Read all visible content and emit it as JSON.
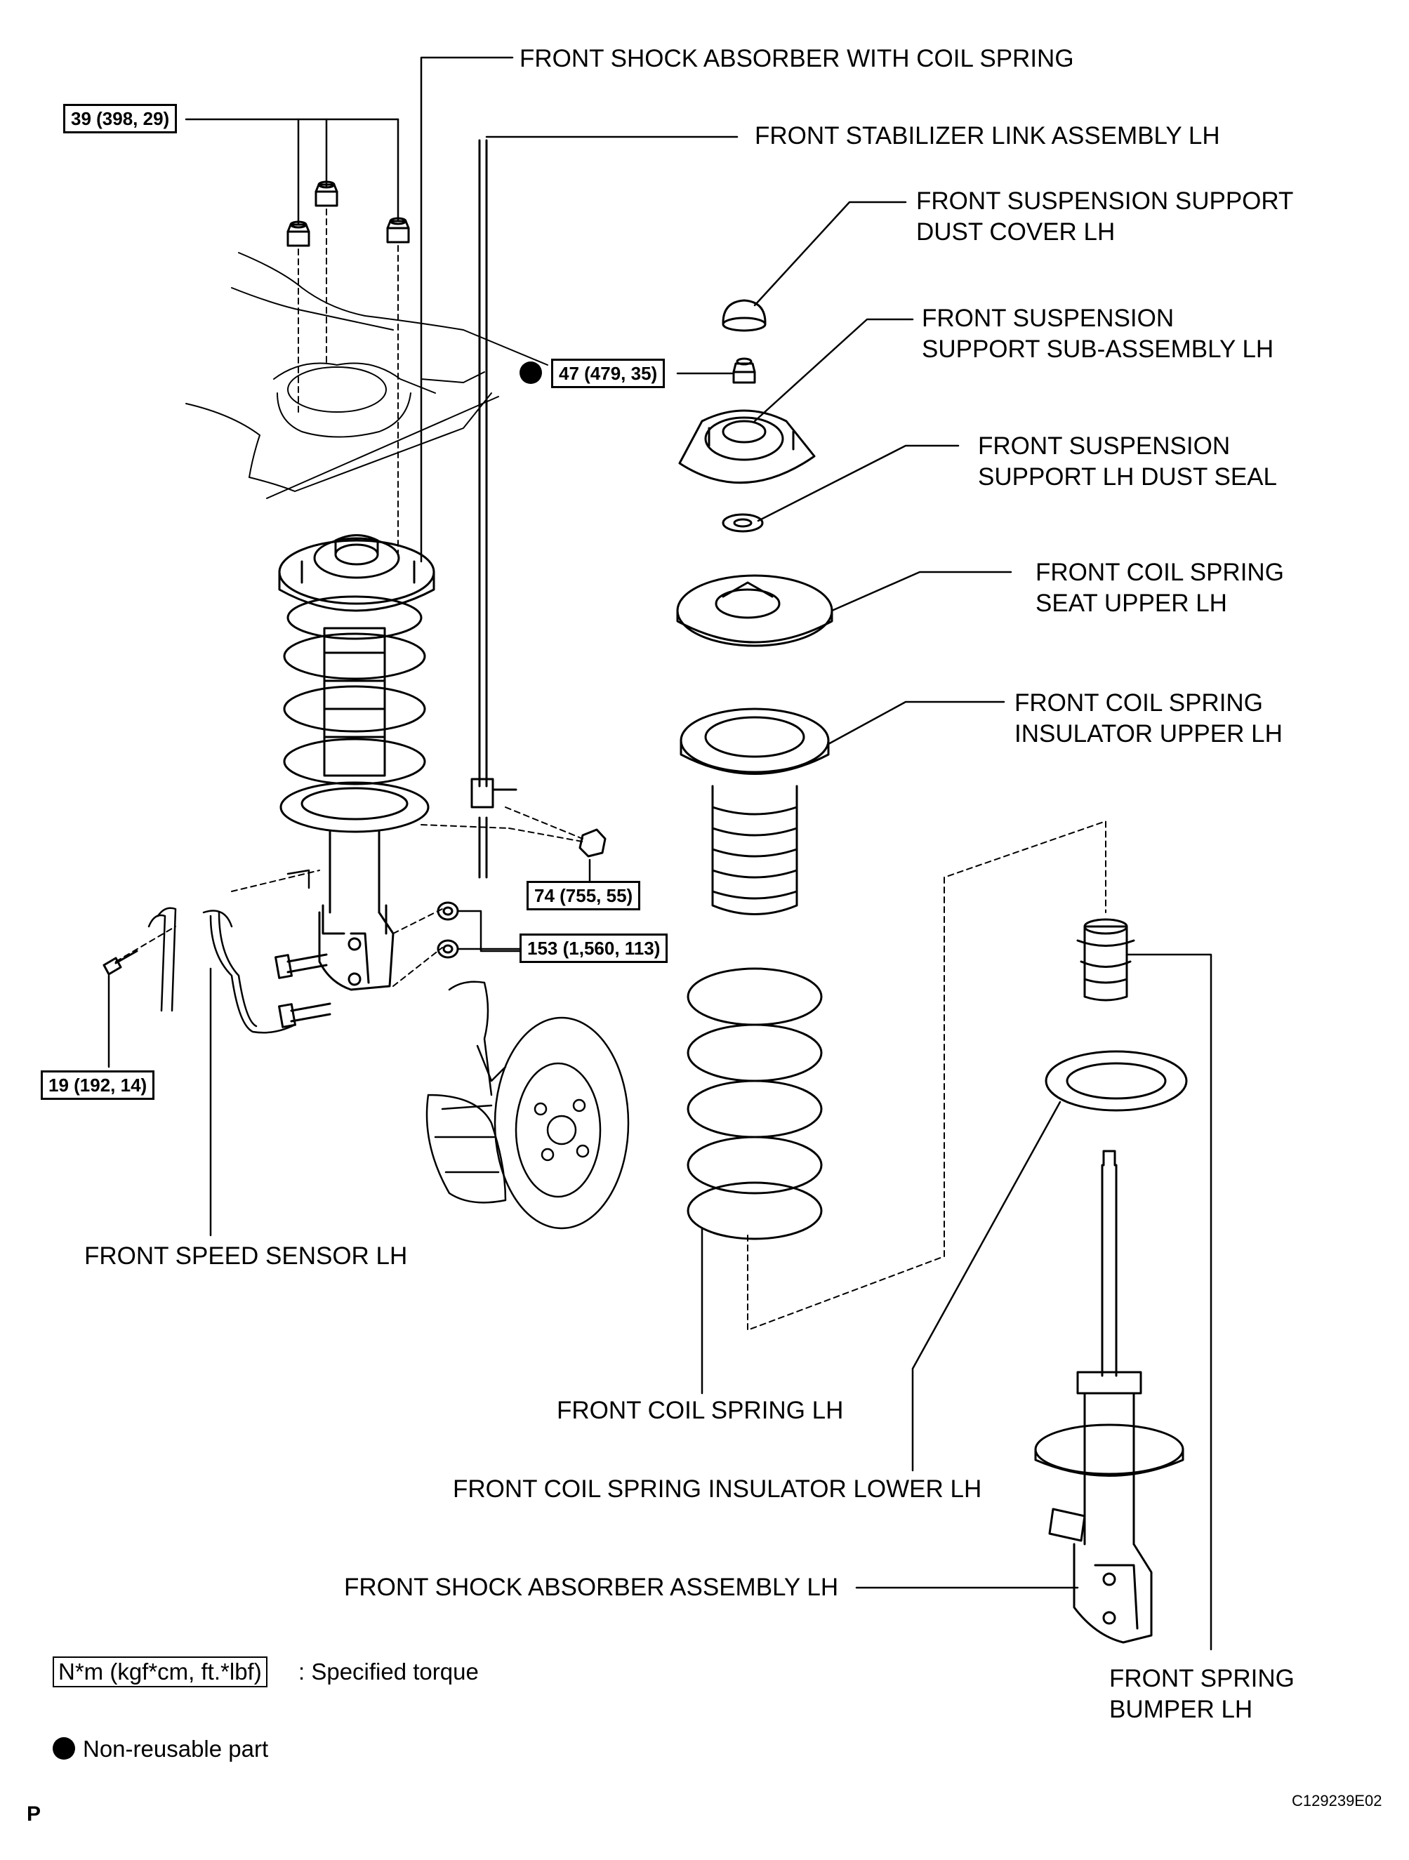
{
  "labels": {
    "shock_with_spring": "FRONT SHOCK ABSORBER WITH COIL SPRING",
    "stabilizer_link": "FRONT STABILIZER LINK ASSEMBLY LH",
    "support_dust_cover_1": "FRONT SUSPENSION SUPPORT",
    "support_dust_cover_2": "DUST COVER LH",
    "support_subassy_1": "FRONT SUSPENSION",
    "support_subassy_2": "SUPPORT SUB-ASSEMBLY LH",
    "dust_seal_1": "FRONT SUSPENSION",
    "dust_seal_2": "SUPPORT LH DUST SEAL",
    "spring_seat_1": "FRONT COIL SPRING",
    "spring_seat_2": "SEAT UPPER LH",
    "insulator_upper_1": "FRONT COIL SPRING",
    "insulator_upper_2": "INSULATOR UPPER LH",
    "speed_sensor": "FRONT SPEED SENSOR LH",
    "coil_spring": "FRONT COIL SPRING LH",
    "insulator_lower": "FRONT COIL SPRING INSULATOR LOWER LH",
    "shock_assembly": "FRONT SHOCK ABSORBER ASSEMBLY LH",
    "bumper_1": "FRONT SPRING",
    "bumper_2": "BUMPER LH"
  },
  "torques": {
    "t39": "39 (398, 29)",
    "t47": "47 (479, 35)",
    "t74": "74 (755, 55)",
    "t153": "153 (1,560, 113)",
    "t19": "19 (192, 14)"
  },
  "legend": {
    "unit_box": "N*m (kgf*cm, ft.*lbf)",
    "unit_text": ": Specified torque",
    "nonreusable": "Non-reusable part"
  },
  "footer": {
    "left_mark": "P",
    "figure_id": "C129239E02"
  }
}
